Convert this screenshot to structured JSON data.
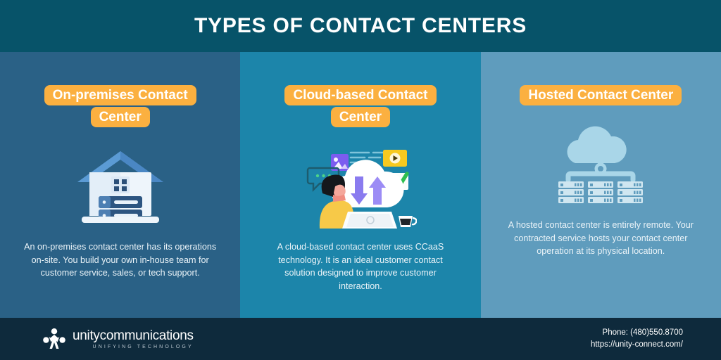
{
  "header": {
    "title": "TYPES OF CONTACT CENTERS",
    "bg_color": "#075369",
    "text_color": "#ffffff"
  },
  "theme": {
    "badge_color": "#fbb040",
    "col1_bg": "#2a6186",
    "col2_bg": "#1c85aa",
    "col3_bg": "#5f9cbd",
    "footer_bg": "#0e2a3c"
  },
  "columns": [
    {
      "title": "On-premises Contact Center",
      "icon": "house-server-icon",
      "description": "An on-premises contact center has its operations on-site. You build your own in-house team for customer service, sales, or tech support."
    },
    {
      "title": "Cloud-based Contact Center",
      "icon": "cloud-collaboration-icon",
      "description": "A cloud-based contact center uses CCaaS technology. It is an ideal customer contact solution designed to improve customer interaction."
    },
    {
      "title": "Hosted Contact Center",
      "icon": "cloud-datacenter-icon",
      "description": "A hosted contact center is entirely remote. Your contracted service hosts your contact center operation at its physical location."
    }
  ],
  "footer": {
    "logo_name": "unitycommunications",
    "logo_tagline": "UNIFYING TECHNOLOGY",
    "logo_icon": "unity-people-star-icon",
    "phone": "Phone: (480)550.8700",
    "website": "https://unity-connect.com/"
  }
}
